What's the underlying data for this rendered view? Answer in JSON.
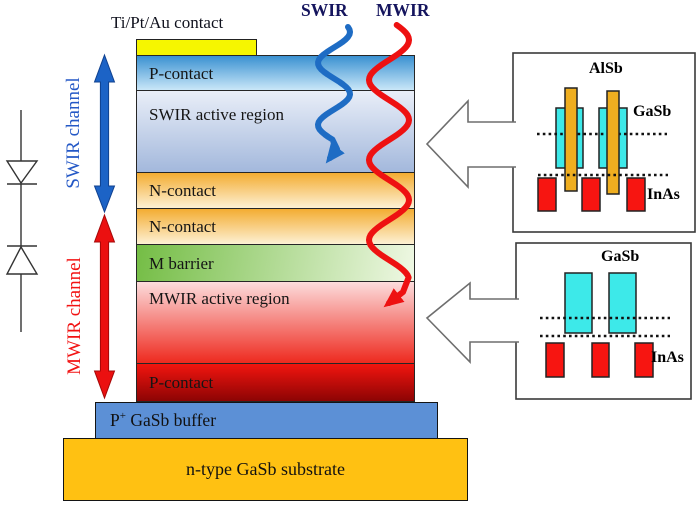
{
  "top": {
    "contact_label": "Ti/Pt/Au contact",
    "swir_label": "SWIR",
    "mwir_label": "MWIR"
  },
  "channels": {
    "swir": "SWIR channel",
    "mwir": "MWIR channel"
  },
  "stack": {
    "layers": [
      {
        "label": "P-contact"
      },
      {
        "label": "SWIR active region"
      },
      {
        "label": "N-contact"
      },
      {
        "label": "N-contact"
      },
      {
        "label": "M barrier"
      },
      {
        "label": "MWIR active region"
      },
      {
        "label": "P-contact"
      }
    ],
    "buffer": {
      "base": "P",
      "sup": "+",
      "rest": " GaSb buffer"
    },
    "substrate_label": "n-type GaSb substrate"
  },
  "insets": {
    "swir_superlattice": {
      "alsb_label": "AlSb",
      "gasb_label": "GaSb",
      "inas_label": "InAs"
    },
    "mwir_superlattice": {
      "gasb_label": "GaSb",
      "inas_label": "InAs"
    }
  },
  "colors": {
    "swir_wave": "#1e6cc4",
    "mwir_wave": "#ee1111",
    "swir_channel_text": "#2458c6",
    "mwir_channel_text": "#f21313",
    "p_contact_blue": "#3a91d1",
    "swir_active_blue": "#a3b8dc",
    "n_contact_orange": "#f3ac31",
    "m_barrier_green": "#74bd45",
    "mwir_active_red": "#ee2a1f",
    "p_contact_red": "#c00707",
    "buffer_blue": "#5c90d6",
    "substrate_gold": "#ffc112",
    "metal_contact_yellow": "#f6f600",
    "inset_alsb_bar": "#efae20",
    "inset_gasb_bar": "#3de9e9",
    "inset_inas_bar": "#f71511"
  }
}
